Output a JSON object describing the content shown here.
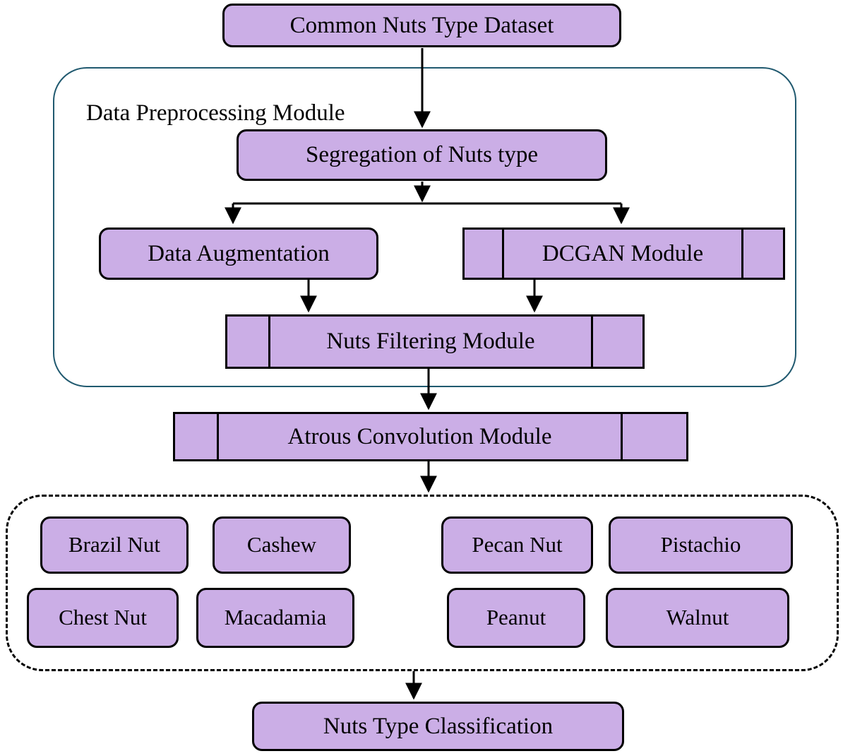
{
  "diagram": {
    "description_kind": "flowchart",
    "nodes": {
      "dataset": {
        "label": "Common Nuts Type Dataset"
      },
      "preprocessing": {
        "label": "Data Preprocessing Module"
      },
      "segregation": {
        "label": "Segregation of Nuts type"
      },
      "augmentation": {
        "label": "Data Augmentation"
      },
      "dcgan": {
        "label": "DCGAN Module"
      },
      "filtering": {
        "label": "Nuts Filtering Module"
      },
      "atrous": {
        "label": "Atrous Convolution Module"
      },
      "classification": {
        "label": "Nuts Type Classification"
      }
    },
    "classes": {
      "items": [
        "Brazil Nut",
        "Cashew",
        "Pecan Nut",
        "Pistachio",
        "Chest Nut",
        "Macadamia",
        "Peanut",
        "Walnut"
      ]
    }
  },
  "colors": {
    "node_fill": "#cbaee6",
    "node_border": "#000000",
    "container_border": "#20596f",
    "dashed_border": "#000000",
    "arrow_color": "#000000",
    "text_color": "#000000",
    "background": "#ffffff"
  }
}
